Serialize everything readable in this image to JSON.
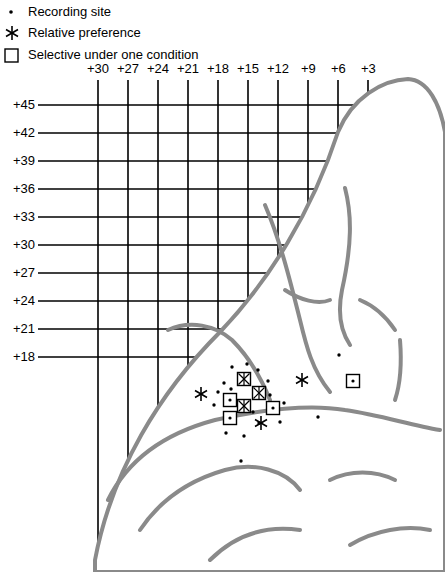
{
  "diagram": {
    "labels": [
      "+30",
      "+27",
      "+24",
      "+21",
      "+18",
      "+15",
      "+12",
      "+9",
      "+6",
      "+3",
      "+45",
      "+42",
      "+39",
      "+36",
      "+33",
      "+30",
      "+27",
      "+24",
      "+21",
      "+18"
    ],
    "legend": [
      {
        "text": "Recording site"
      },
      {
        "text": "Relative preference"
      },
      {
        "text": "Selective under one condition"
      }
    ]
  }
}
